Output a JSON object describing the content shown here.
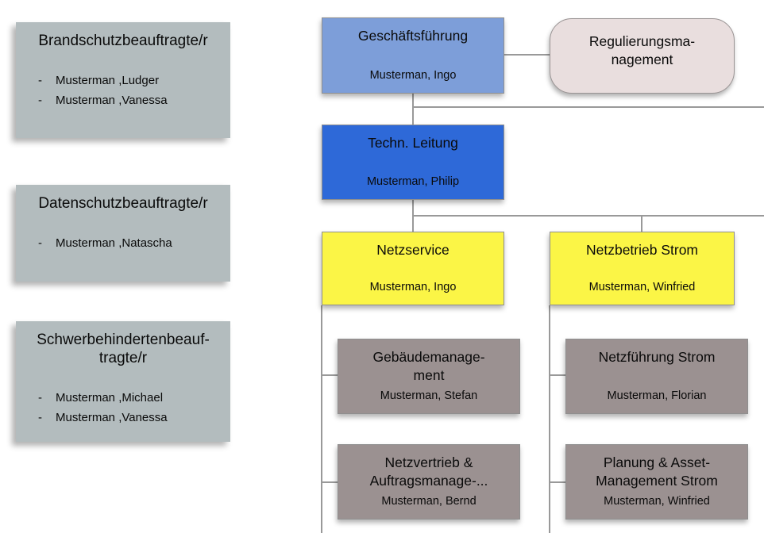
{
  "colors": {
    "staff_box_bg": "#b3bcbe",
    "top_node_bg": "#7d9ed9",
    "tech_node_bg": "#2e69d8",
    "dept_node_bg": "#fbf546",
    "sub_node_bg": "#9b9191",
    "rounded_node_bg": "#e9dede",
    "connector": "#999999"
  },
  "bullet_glyph": "-",
  "staff_boxes": [
    {
      "title": "Brandschutzbeauftragte/r",
      "members": [
        "Musterman ,Ludger",
        "Musterman ,Vanessa"
      ]
    },
    {
      "title": "Datenschutzbeauftragte/r",
      "members": [
        "Musterman ,Natascha"
      ]
    },
    {
      "title": "Schwerbehindertenbeauf-\ntragte/r",
      "members": [
        "Musterman ,Michael",
        "Musterman ,Vanessa"
      ]
    }
  ],
  "org": {
    "geschaeftsfuehrung": {
      "title": "Geschäftsführung",
      "name": "Musterman, Ingo"
    },
    "regulierungsmanagement": {
      "title": "Regulierungsma-\nnagement"
    },
    "techn_leitung": {
      "title": "Techn. Leitung",
      "name": "Musterman, Philip"
    },
    "netzservice": {
      "title": "Netzservice",
      "name": "Musterman, Ingo"
    },
    "netzbetrieb_strom": {
      "title": "Netzbetrieb Strom",
      "name": "Musterman, Winfried"
    },
    "gebaeudemanagement": {
      "title": "Gebäudemanage-\nment",
      "name": "Musterman, Stefan"
    },
    "netzvertrieb": {
      "title": "Netzvertrieb &\nAuftragsmanage-...",
      "name": "Musterman, Bernd"
    },
    "netzfuehrung_strom": {
      "title": "Netzführung Strom",
      "name": "Musterman, Florian"
    },
    "planung_asset": {
      "title": "Planung & Asset-\nManagement Strom",
      "name": "Musterman, Winfried"
    }
  },
  "edges": [
    "geschaeftsfuehrung - regulierungsmanagement",
    "geschaeftsfuehrung - techn_leitung",
    "techn_leitung - netzservice",
    "techn_leitung - netzbetrieb_strom",
    "netzservice - gebaeudemanagement",
    "netzservice - netzvertrieb",
    "netzbetrieb_strom - netzfuehrung_strom",
    "netzbetrieb_strom - planung_asset"
  ]
}
